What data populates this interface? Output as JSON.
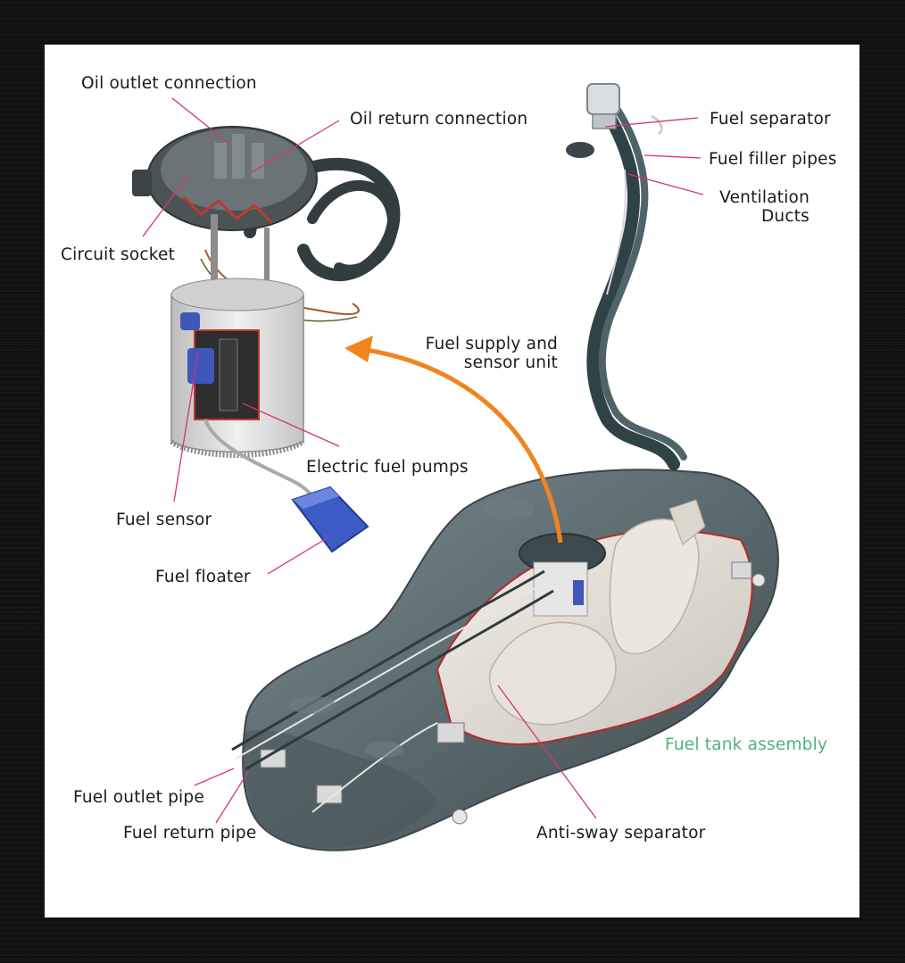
{
  "labels": {
    "oil_outlet": "Oil outlet connection",
    "oil_return": "Oil return connection",
    "circuit_socket": "Circuit socket",
    "fuel_supply_line1": "Fuel supply and",
    "fuel_supply_line2": "sensor unit",
    "electric_pumps": "Electric fuel pumps",
    "fuel_sensor": "Fuel sensor",
    "fuel_floater": "Fuel floater",
    "fuel_separator": "Fuel separator",
    "fuel_filler": "Fuel filler pipes",
    "ventilation_line1": "Ventilation",
    "ventilation_line2": "Ducts",
    "tank_assembly": "Fuel tank assembly",
    "fuel_outlet_pipe": "Fuel outlet pipe",
    "fuel_return_pipe": "Fuel return pipe",
    "anti_sway": "Anti-sway separator"
  },
  "colors": {
    "leader_line": "#d6307e",
    "arrow": "#f0841f",
    "tank_body": "#5b6a6e",
    "hose": "#2f4246",
    "pump_body": "#dcdcdc",
    "sensor_blue": "#3f57b8",
    "tank_label": "#4fb27a"
  }
}
